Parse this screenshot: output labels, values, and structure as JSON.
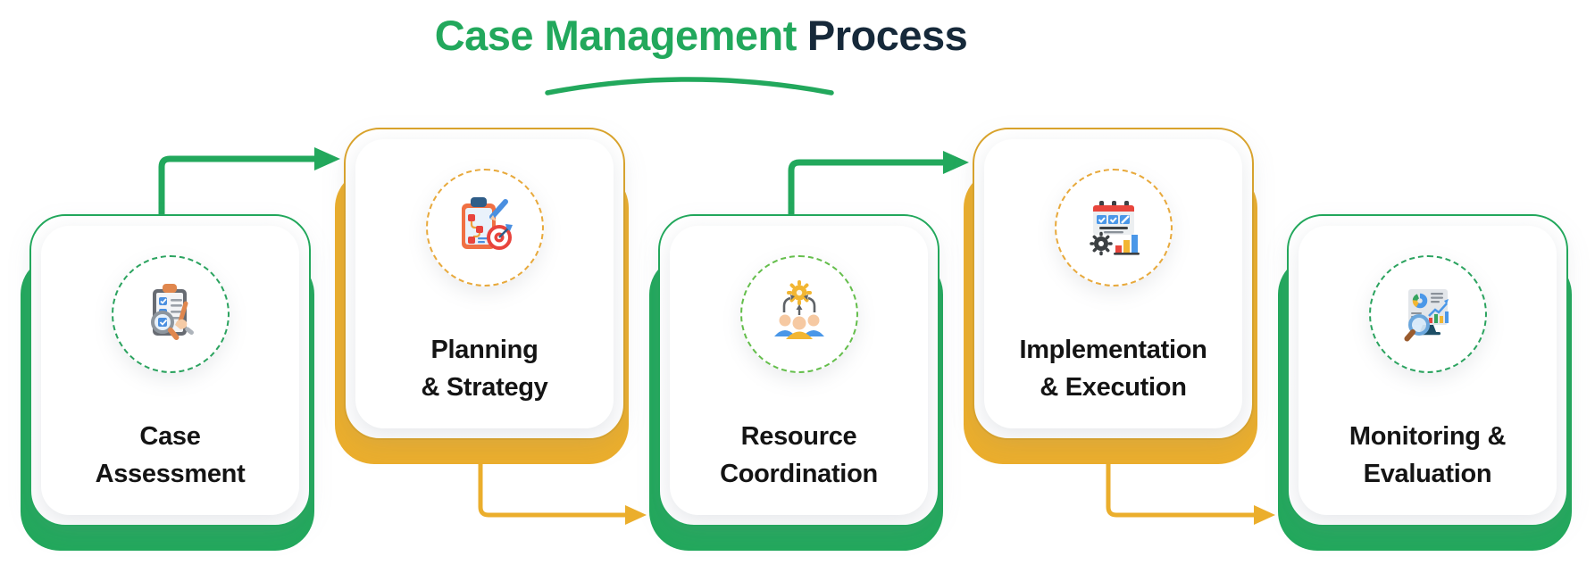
{
  "title": {
    "highlight": "Case Management",
    "rest": "Process"
  },
  "colors": {
    "green": "#22A85C",
    "yellow": "#EBAE2C",
    "title_dark": "#16293A",
    "label_text": "#141414",
    "light_green_ring": "#64BE4B"
  },
  "steps": [
    {
      "id": 1,
      "label": "Case Assessment",
      "label_lines": [
        "Case",
        "Assessment"
      ],
      "color": "green",
      "row": "bottom",
      "icon": "clipboard-checklist-magnifier-icon"
    },
    {
      "id": 2,
      "label": "Planning & Strategy",
      "label_lines": [
        "Planning",
        "& Strategy"
      ],
      "color": "yellow",
      "row": "top",
      "icon": "planning-clipboard-target-icon"
    },
    {
      "id": 3,
      "label": "Resource Coordination",
      "label_lines": [
        "Resource",
        "Coordination"
      ],
      "color": "green",
      "row": "bottom",
      "icon": "team-gear-icon"
    },
    {
      "id": 4,
      "label": "Implementation & Execution",
      "label_lines": [
        "Implementation",
        "& Execution"
      ],
      "color": "yellow",
      "row": "top",
      "icon": "calendar-gear-chart-icon"
    },
    {
      "id": 5,
      "label": "Monitoring & Evaluation",
      "label_lines": [
        "Monitoring &",
        "Evaluation"
      ],
      "color": "green",
      "row": "bottom",
      "icon": "monitor-analytics-magnifier-icon"
    }
  ],
  "connectors": [
    {
      "from": "Case Assessment",
      "to": "Planning & Strategy",
      "color": "green",
      "path": "up-then-right"
    },
    {
      "from": "Planning & Strategy",
      "to": "Resource Coordination",
      "color": "yellow",
      "path": "down-then-right"
    },
    {
      "from": "Resource Coordination",
      "to": "Implementation & Execution",
      "color": "green",
      "path": "up-then-right"
    },
    {
      "from": "Implementation & Execution",
      "to": "Monitoring & Evaluation",
      "color": "yellow",
      "path": "down-then-right"
    }
  ]
}
